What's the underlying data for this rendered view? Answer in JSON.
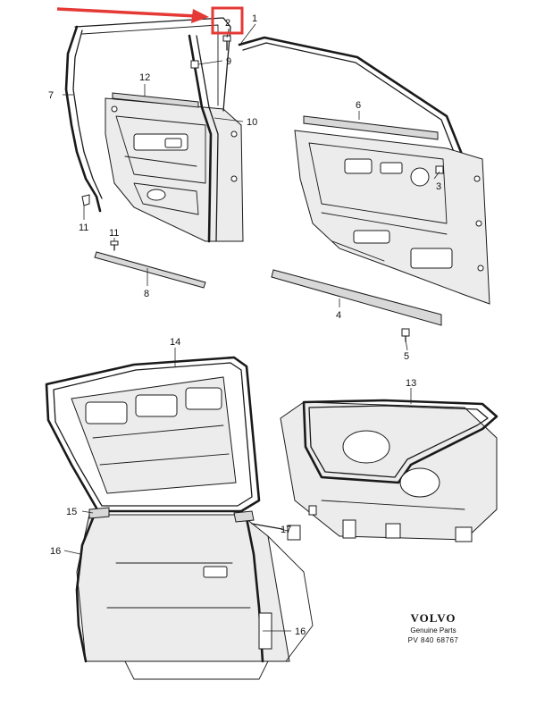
{
  "callouts": {
    "c1": "1",
    "c2": "2",
    "c3": "3",
    "c4": "4",
    "c5": "5",
    "c6": "6",
    "c7": "7",
    "c8": "8",
    "c9": "9",
    "c10": "10",
    "c11a": "11",
    "c11b": "11",
    "c12": "12",
    "c13": "13",
    "c14": "14",
    "c15": "15",
    "c16a": "16",
    "c16b": "16",
    "c17": "17"
  },
  "highlight": {
    "color": "#e53935",
    "target": "2"
  },
  "brand": {
    "logo": "VOLVO",
    "subtitle": "Genuine Parts",
    "code": "PV 840   68767"
  }
}
